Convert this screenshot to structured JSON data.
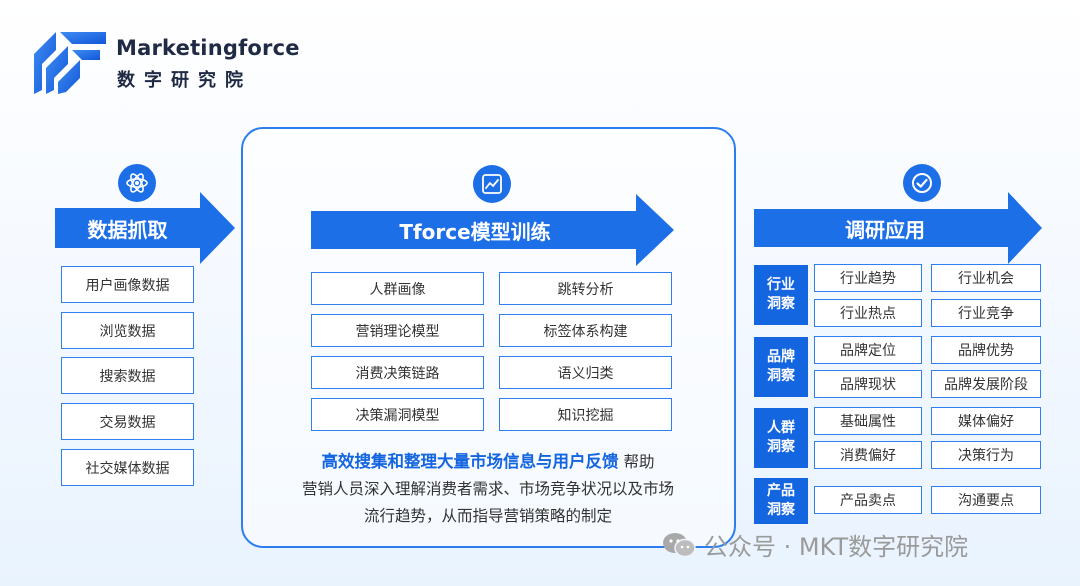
{
  "logo": {
    "name_en": "Marketingforce",
    "name_cn": "数字研究院"
  },
  "colors": {
    "primary": "#1d6fe8",
    "category_bg": "#1465e0",
    "border": "#2f7ff0",
    "highlight_text": "#1465e0"
  },
  "left": {
    "icon": "atom-icon",
    "title": "数据抓取",
    "items": [
      "用户画像数据",
      "浏览数据",
      "搜索数据",
      "交易数据",
      "社交媒体数据"
    ]
  },
  "center": {
    "icon": "line-chart-icon",
    "title": "Tforce模型训练",
    "items": [
      [
        "人群画像",
        "跳转分析"
      ],
      [
        "营销理论模型",
        "标签体系构建"
      ],
      [
        "消费决策链路",
        "语义归类"
      ],
      [
        "决策漏洞模型",
        "知识挖掘"
      ]
    ],
    "desc_highlight": "高效搜集和整理大量市场信息与用户反馈",
    "desc_line1_rest": "帮助",
    "desc_line2": "营销人员深入理解消费者需求、市场竞争状况以及市场",
    "desc_line3": "流行趋势，从而指导营销策略的制定"
  },
  "right": {
    "icon": "check-circle-icon",
    "title": "调研应用",
    "groups": [
      {
        "cat": [
          "行业",
          "洞察"
        ],
        "items": [
          [
            "行业趋势",
            "行业机会"
          ],
          [
            "行业热点",
            "行业竞争"
          ]
        ]
      },
      {
        "cat": [
          "品牌",
          "洞察"
        ],
        "items": [
          [
            "品牌定位",
            "品牌优势"
          ],
          [
            "品牌现状",
            "品牌发展阶段"
          ]
        ]
      },
      {
        "cat": [
          "人群",
          "洞察"
        ],
        "items": [
          [
            "基础属性",
            "媒体偏好"
          ],
          [
            "消费偏好",
            "决策行为"
          ]
        ]
      },
      {
        "cat": [
          "产品",
          "洞察"
        ],
        "items": [
          [
            "产品卖点",
            "沟通要点"
          ]
        ]
      }
    ]
  },
  "watermark": {
    "icon": "wechat-icon",
    "text": "公众号 · MKT数字研究院"
  }
}
